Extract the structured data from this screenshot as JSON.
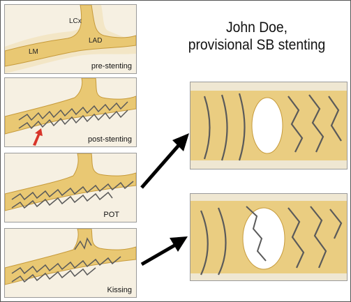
{
  "title": {
    "line1": "John Doe,",
    "line2": "provisional SB stenting"
  },
  "panels": [
    {
      "caption": "pre-stenting",
      "labels": {
        "lcx": "LCx",
        "lad": "LAD",
        "lm": "LM"
      }
    },
    {
      "caption": "post-stenting"
    },
    {
      "caption": "POT"
    },
    {
      "caption": "Kissing"
    }
  ],
  "colors": {
    "vessel": "#e9c873",
    "vessel_edge": "#c69a3a",
    "background_vessel": "#f1dfb4",
    "strut": "#5a5a5a",
    "red_arrow": "#d8352a",
    "arrow": "#000000"
  }
}
